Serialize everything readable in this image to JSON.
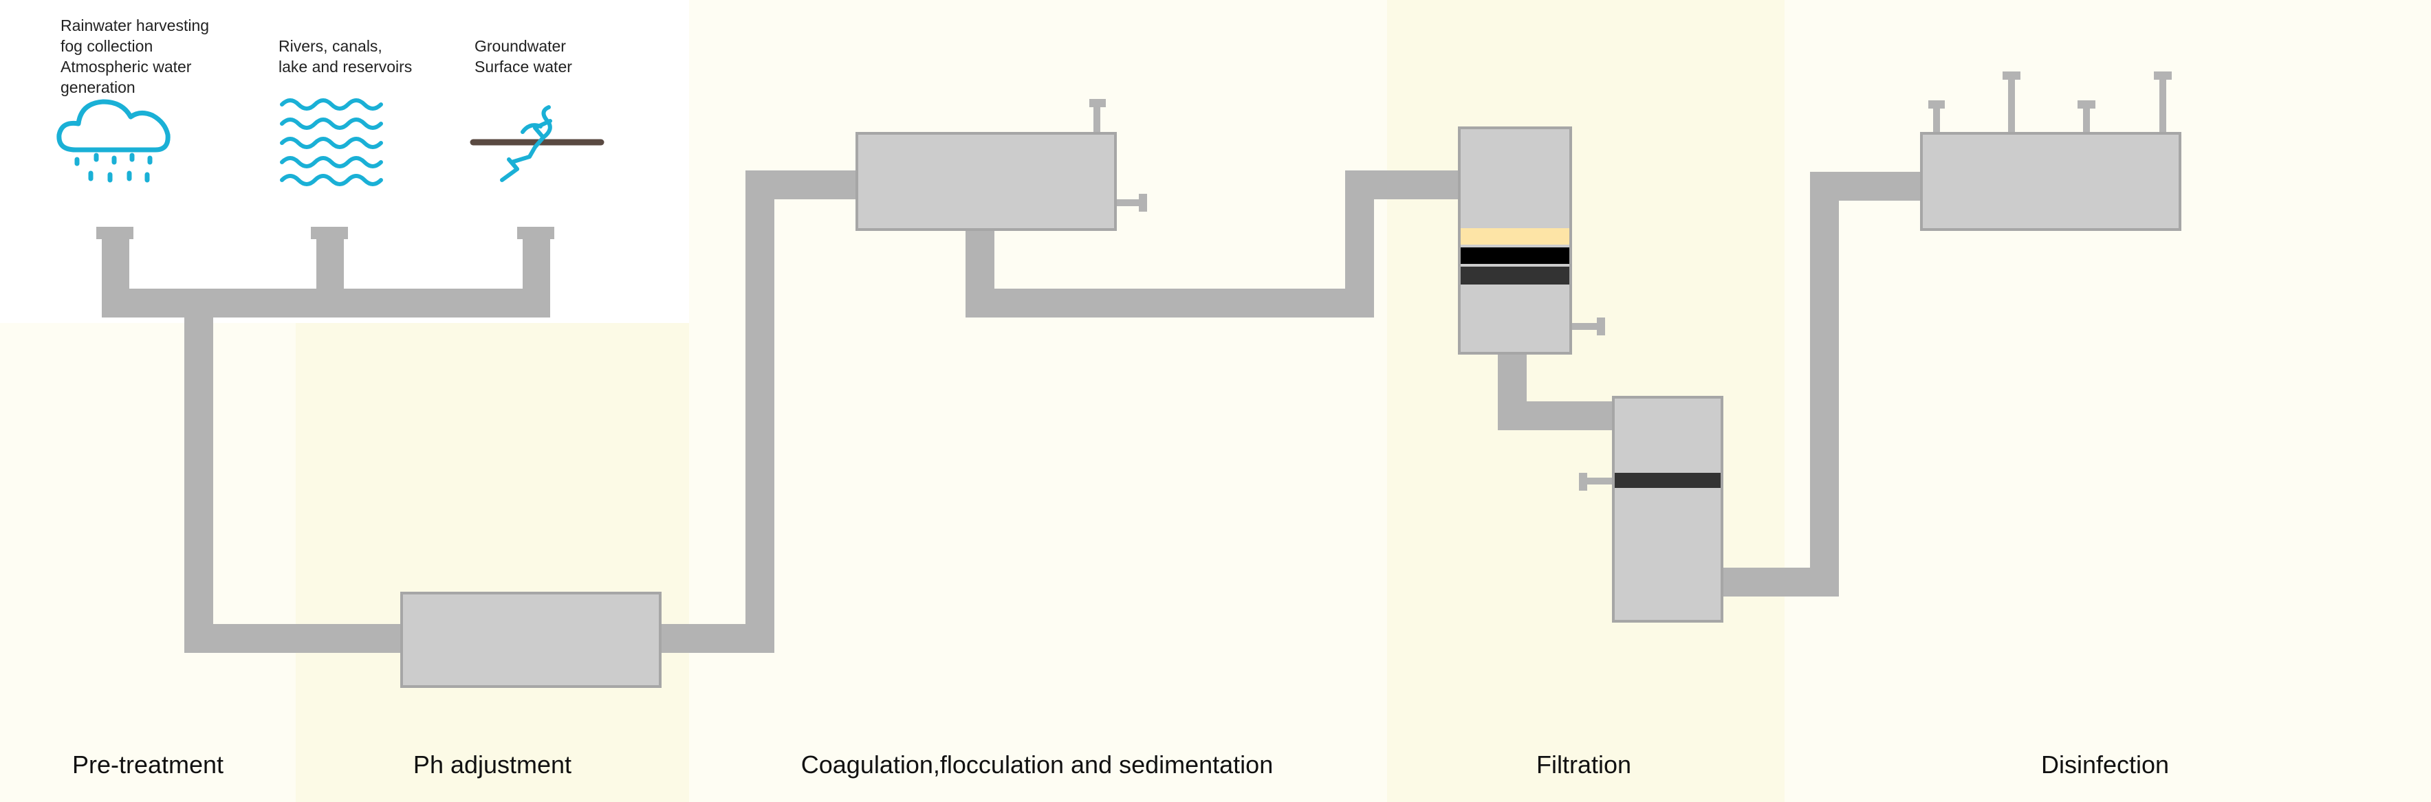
{
  "sources": [
    {
      "label": "Rainwater harvesting\nfog collection\nAtmospheric water\ngeneration",
      "icon": "rain-cloud-icon"
    },
    {
      "label": "Rivers, canals,\nlake and reservoirs",
      "icon": "waves-icon"
    },
    {
      "label": "Groundwater\nSurface water",
      "icon": "ground-spring-icon"
    }
  ],
  "stages": [
    {
      "label": "Pre-treatment"
    },
    {
      "label": "Ph adjustment"
    },
    {
      "label": "Coagulation,flocculation and sedimentation"
    },
    {
      "label": "Filtration"
    },
    {
      "label": "Disinfection"
    }
  ],
  "colors": {
    "pipe": "#b3b3b3",
    "tank_fill": "#cccccc",
    "tank_stroke": "#a6a6a6",
    "icon": "#1ab0d6",
    "ground_line": "#5a4a42",
    "band_light": "#fefdf3",
    "band_yellow": "#fcfae6",
    "filter_sand": "#fde4a6",
    "filter_dark": "#222222"
  }
}
